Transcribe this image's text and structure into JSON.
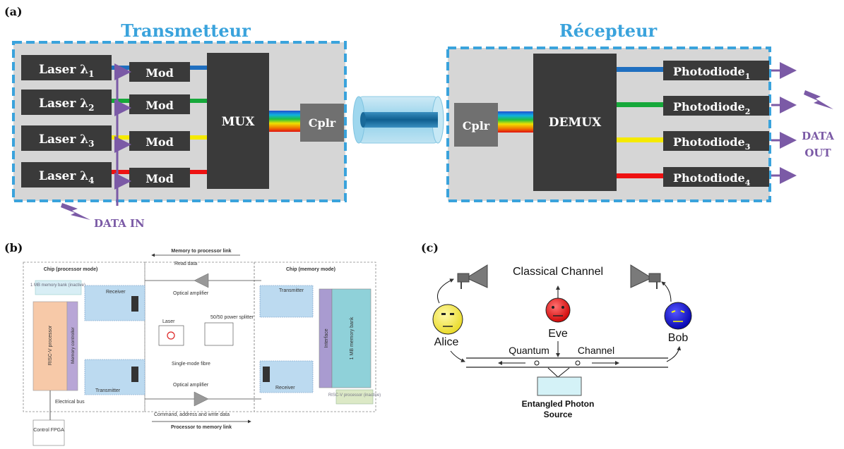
{
  "panel_a": {
    "label": "(a)",
    "transmitter_title": "Transmetteur",
    "receiver_title": "Récepteur",
    "lasers": [
      {
        "base": "Laser λ",
        "sub": "1"
      },
      {
        "base": "Laser λ",
        "sub": "2"
      },
      {
        "base": "Laser λ",
        "sub": "3"
      },
      {
        "base": "Laser λ",
        "sub": "4"
      }
    ],
    "mod_label": "Mod",
    "mux_label": "MUX",
    "cplr_label": "Cplr",
    "demux_label": "DEMUX",
    "photodiodes": [
      {
        "base": "Photodiode",
        "sub": "1"
      },
      {
        "base": "Photodiode",
        "sub": "2"
      },
      {
        "base": "Photodiode",
        "sub": "3"
      },
      {
        "base": "Photodiode",
        "sub": "4"
      }
    ],
    "data_in": "DATA IN",
    "data_out_1": "DATA",
    "data_out_2": "OUT",
    "colors": {
      "dashed_border": "#3aa3dc",
      "title": "#3aa3dc",
      "purple": "#7b5aa6",
      "lane1": "#1f6fc0",
      "lane2": "#16a83a",
      "lane3": "#f5ea00",
      "lane4": "#ee1111",
      "panel_bg": "#d6d6d6",
      "box": "#3a3a3a",
      "cplr": "#707070"
    }
  },
  "panel_b": {
    "label": "(b)",
    "memory_to_processor": "Memory to processor link",
    "processor_to_memory": "Processor to memory link",
    "chip_processor": "Chip (processor mode)",
    "chip_memory": "Chip (memory mode)",
    "mb_inactive": "1 MB memory bank (inactive)",
    "risc_processor": "RISC-V processor",
    "memory_controller": "Memory controller",
    "receiver": "Receiver",
    "transmitter": "Transmitter",
    "read_data": "Read data",
    "optical_amplifier": "Optical amplifier",
    "laser": "Laser",
    "power_splitter": "50/50 power splitter",
    "single_mode_fibre": "Single-mode fibre",
    "command_data": "Command, address and write data",
    "interface": "Interface",
    "mb_bank": "1 MB memory bank",
    "risc_inactive": "RISC-V processor (inactive)",
    "electrical_bus": "Electrical bus",
    "control_fpga": "Control FPGA"
  },
  "panel_c": {
    "label": "(c)",
    "classical_channel": "Classical Channel",
    "eve": "Eve",
    "alice": "Alice",
    "bob": "Bob",
    "quantum": "Quantum",
    "channel": "Channel",
    "source_1": "Entangled Photon",
    "source_2": "Source",
    "colors": {
      "alice": "#f5e83a",
      "eve": "#e21a1a",
      "bob": "#1111cc"
    }
  }
}
